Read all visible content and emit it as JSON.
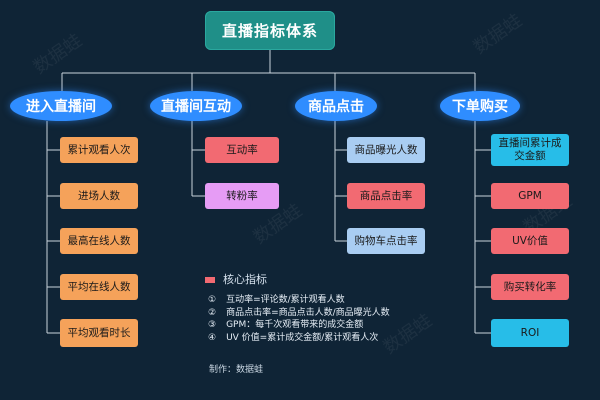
{
  "title": "直播指标体系",
  "categories": [
    "进入直播间",
    "直播间互动",
    "商品点击",
    "下单购买"
  ],
  "col1": [
    "累计观看人次",
    "进场人数",
    "最高在线人数",
    "平均在线人数",
    "平均观看时长"
  ],
  "col2": [
    "互动率",
    "转粉率"
  ],
  "col3": [
    "商品曝光人数",
    "商品点击率",
    "购物车点击率"
  ],
  "col4": [
    "直播间累计成交金额",
    "GPM",
    "UV价值",
    "购买转化率",
    "ROI"
  ],
  "legend": {
    "label": "核心指标",
    "color": "#f26a72"
  },
  "notes": [
    {
      "num": "①",
      "text": "互动率=评论数/累计观看人数"
    },
    {
      "num": "②",
      "text": "商品点击率=商品点击人数/商品曝光人数"
    },
    {
      "num": "③",
      "text": "GPM：每千次观看带来的成交金额"
    },
    {
      "num": "④",
      "text": "UV 价值=累计成交金额/累计观看人次"
    }
  ],
  "credit": "制作：数据蛙",
  "watermark": "数据蛙",
  "colors": {
    "background": "#0f2436",
    "title_bg": "#1f8f88",
    "category_bg": "#2f8dff",
    "orange": "#f5a25a",
    "core_red": "#f26a72",
    "violet": "#e69cf5",
    "light_blue": "#a9cdf2",
    "cyan": "#27bde8"
  }
}
